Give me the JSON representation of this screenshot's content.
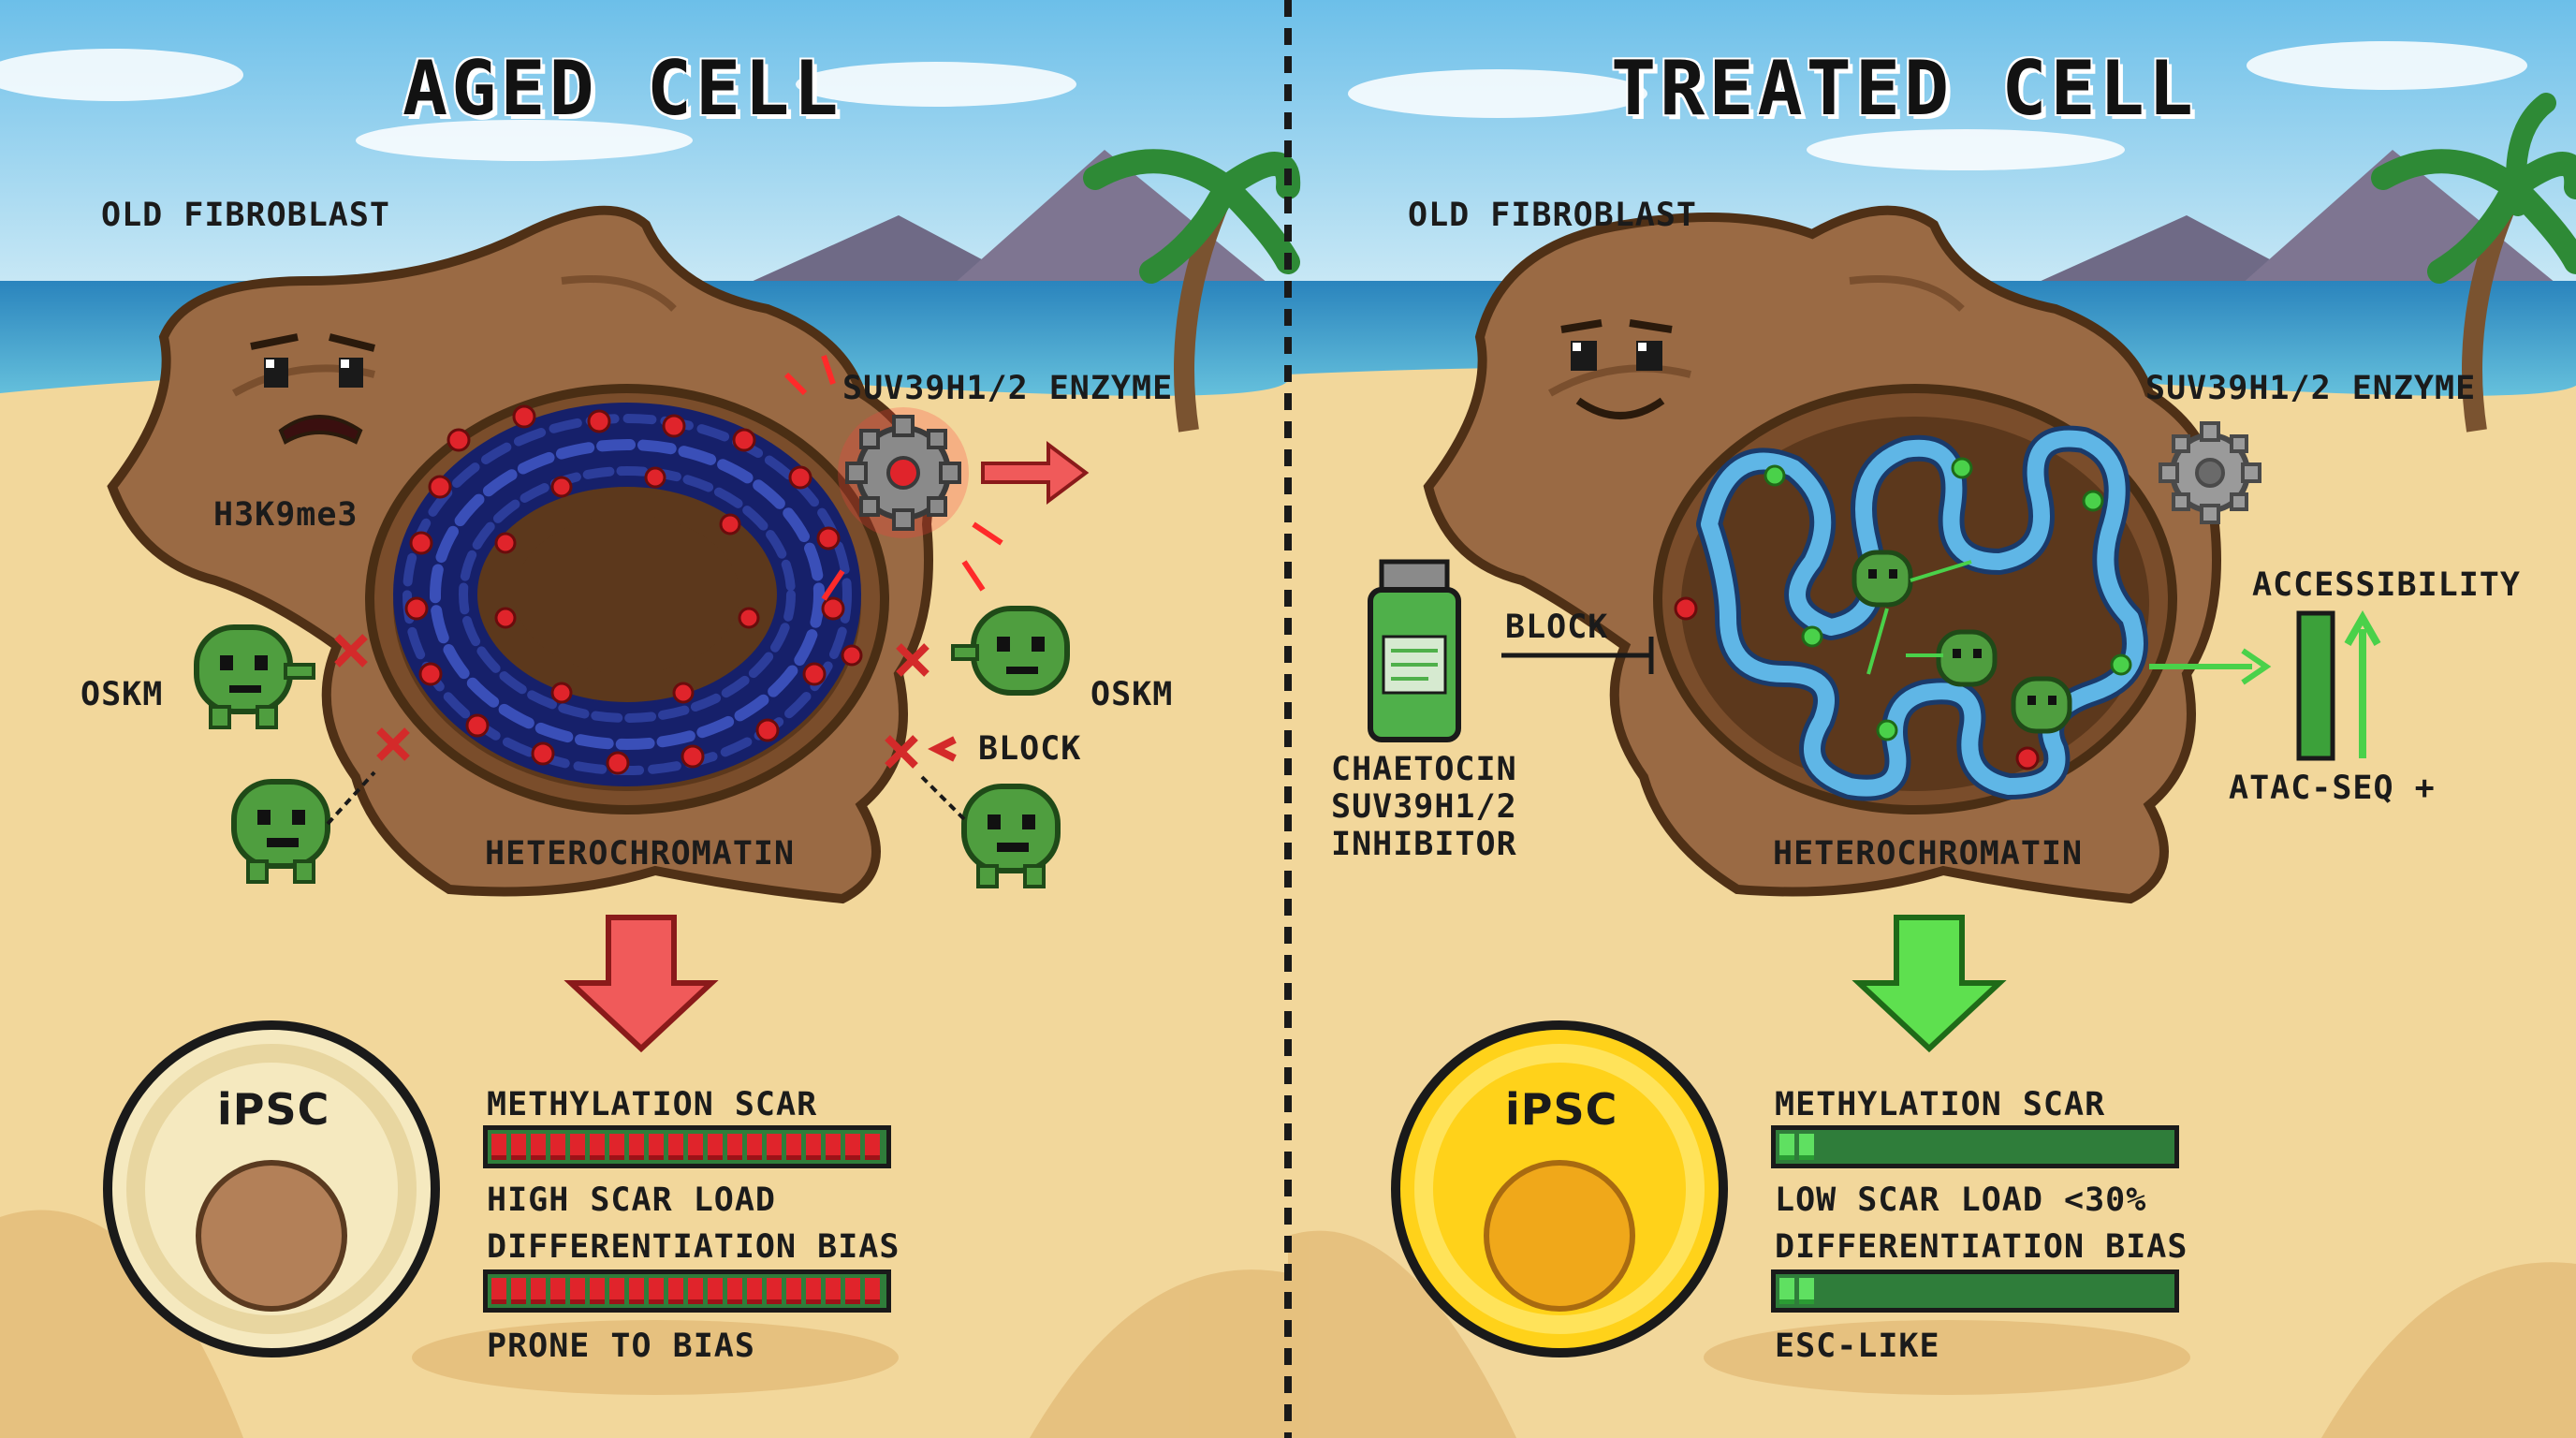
{
  "left": {
    "title": "AGED CELL",
    "cell_label": "OLD FIBROBLAST",
    "h3k9_label": "H3K9me3",
    "enzyme_label": "SUV39H1/2 ENZYME",
    "oskm_left": "OSKM",
    "oskm_right": "OSKM",
    "block_label": "BLOCK",
    "hetero_label": "HETEROCHROMATIN",
    "ipsc_label": "iPSC",
    "scar_title": "METHYLATION SCAR",
    "scar_fill": 1.0,
    "scar_caption": "HIGH SCAR LOAD",
    "bias_title": "DIFFERENTIATION BIAS",
    "bias_fill": 1.0,
    "bias_caption": "PRONE TO BIAS"
  },
  "right": {
    "title": "TREATED CELL",
    "cell_label": "OLD FIBROBLAST",
    "enzyme_label": "SUV39H1/2 ENZYME",
    "block_label": "BLOCK",
    "drug_line1": "CHAETOCIN",
    "drug_line2": "SUV39H1/2",
    "drug_line3": "INHIBITOR",
    "access_label": "ACCESSIBILITY",
    "atac_label": "ATAC-SEQ +",
    "hetero_label": "HETEROCHROMATIN",
    "ipsc_label": "iPSC",
    "scar_title": "METHYLATION SCAR",
    "scar_fill": 0.12,
    "scar_caption": "LOW SCAR LOAD <30%",
    "bias_title": "DIFFERENTIATION BIAS",
    "bias_fill": 0.08,
    "bias_caption": "ESC-LIKE"
  },
  "colors": {
    "sky": "#7ec8ee",
    "sea": "#2f8fc2",
    "sand": "#f3d9a0",
    "cell": "#9a6a44",
    "chromatin_dense": "#25358a",
    "chromatin_open": "#5fb6e6",
    "methyl_mark": "#e0242b",
    "oskm": "#4f9e3f",
    "arrow_bad": "#f05a5a",
    "arrow_good": "#5ee04f",
    "ipsc_old": "#f5e9bf",
    "ipsc_new": "#ffd21a"
  },
  "icons": [
    "gear-icon",
    "vial-icon",
    "palm-tree-icon",
    "oskm-creature-icon",
    "block-x-icon",
    "down-arrow-icon"
  ]
}
